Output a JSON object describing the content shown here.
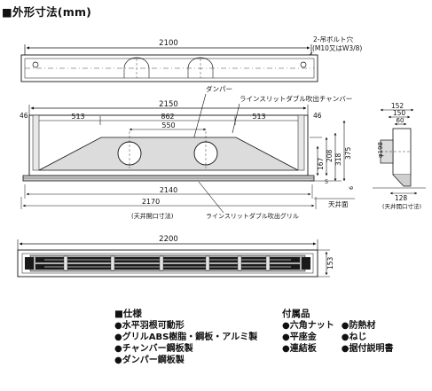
{
  "title": "■外形寸法(mm)",
  "top_view": {
    "width": "2100",
    "bolt_note_1": "2-吊ボルト穴",
    "bolt_note_2": "(M10又はW3/8)"
  },
  "front_view": {
    "label_damper": "ダンパー",
    "label_chamber": "ラインスリットダブル吹出チャンバー",
    "dim_total": "2150",
    "dim_left_edge": "46",
    "dim_right_edge": "46",
    "dim_left": "513",
    "dim_center": "862",
    "dim_right": "513",
    "dim_holes": "550",
    "dim_diam": "φ198",
    "dim_167": "167",
    "dim_208": "208",
    "dim_318": "318",
    "dim_375": "375",
    "dim_5": "5",
    "dim_6": "6",
    "dim_2140": "2140",
    "dim_2170": "2170",
    "ceiling_open": "(天井開口寸法)",
    "label_grille": "ラインスリットダブル吹出グリル",
    "ceiling_face": "天井面"
  },
  "side_view": {
    "dim_152": "152",
    "dim_150": "150",
    "dim_60": "60",
    "dim_128": "128",
    "ceiling_open": "(天井開口寸法)"
  },
  "bottom_view": {
    "width": "2200",
    "height": "153"
  },
  "specs": {
    "heading": "■仕様",
    "items": [
      "●水平羽根可動形",
      "●グリルABS樹脂・鋼板・アルミ製",
      "●チャンバー鋼板製",
      "●ダンパー鋼板製"
    ]
  },
  "accessories": {
    "heading": "付属品",
    "col1": [
      "●六角ナット",
      "●平座金",
      "●連結板"
    ],
    "col2": [
      "●防熱材",
      "●ねじ",
      "●据付説明書"
    ]
  }
}
